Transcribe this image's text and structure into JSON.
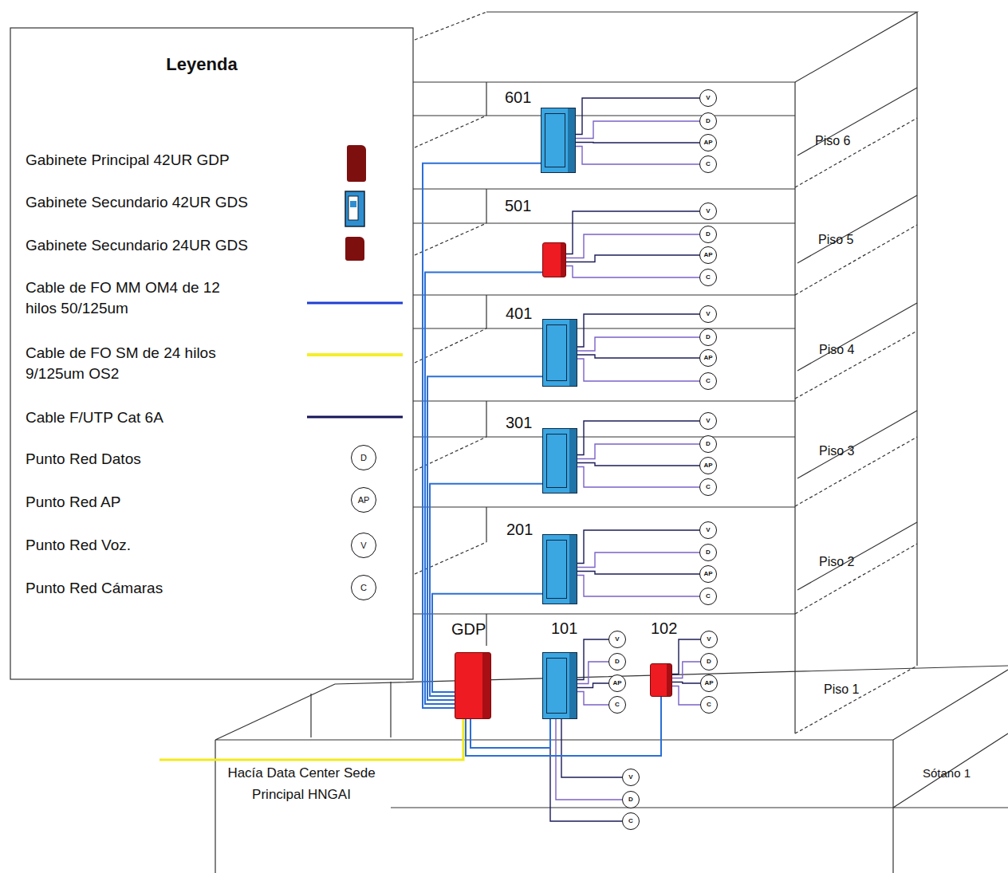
{
  "diagram": {
    "title": "Leyenda",
    "nodes": [
      {
        "text": [
          "601"
        ]
      },
      {
        "text": [
          "V"
        ]
      },
      {
        "text": [
          "D"
        ]
      },
      {
        "text": [
          "AP"
        ]
      },
      {
        "text": [
          "C"
        ]
      },
      {
        "text": [
          "501"
        ]
      },
      {
        "text": [
          "V"
        ]
      },
      {
        "text": [
          "D"
        ]
      },
      {
        "text": [
          "AP"
        ]
      },
      {
        "text": [
          "C"
        ]
      },
      {
        "text": [
          "401"
        ]
      },
      {
        "text": [
          "V"
        ]
      },
      {
        "text": [
          "D"
        ]
      },
      {
        "text": [
          "AP"
        ]
      },
      {
        "text": [
          "C"
        ]
      },
      {
        "text": [
          "301"
        ]
      },
      {
        "text": [
          "V"
        ]
      },
      {
        "text": [
          "D"
        ]
      },
      {
        "text": [
          "AP"
        ]
      },
      {
        "text": [
          "C"
        ]
      },
      {
        "text": [
          "201"
        ]
      },
      {
        "text": [
          "V"
        ]
      },
      {
        "text": [
          "D"
        ]
      },
      {
        "text": [
          "AP"
        ]
      },
      {
        "text": [
          "C"
        ]
      },
      {
        "text": [
          "GDP"
        ]
      },
      {
        "text": [
          "101"
        ]
      },
      {
        "text": [
          "V"
        ]
      },
      {
        "text": [
          "D"
        ]
      },
      {
        "text": [
          "AP"
        ]
      },
      {
        "text": [
          "C"
        ]
      },
      {
        "text": [
          "102"
        ]
      },
      {
        "text": [
          "V"
        ]
      },
      {
        "text": [
          "D"
        ]
      },
      {
        "text": [
          "AP"
        ]
      },
      {
        "text": [
          "C"
        ]
      },
      {
        "text": [
          "V"
        ]
      },
      {
        "text": [
          "D"
        ]
      },
      {
        "text": [
          "C"
        ]
      }
    ],
    "edges": [
      {
        "from": 0,
        "to": 1,
        "arrow": "none"
      },
      {
        "from": 0,
        "to": 2,
        "arrow": "none"
      },
      {
        "from": 0,
        "to": 3,
        "arrow": "none"
      },
      {
        "from": 0,
        "to": 4,
        "arrow": "none"
      },
      {
        "from": 5,
        "to": 6,
        "arrow": "none"
      },
      {
        "from": 5,
        "to": 7,
        "arrow": "none"
      },
      {
        "from": 5,
        "to": 8,
        "arrow": "none"
      },
      {
        "from": 5,
        "to": 9,
        "arrow": "none"
      },
      {
        "from": 10,
        "to": 11,
        "arrow": "none"
      },
      {
        "from": 10,
        "to": 12,
        "arrow": "none"
      },
      {
        "from": 10,
        "to": 13,
        "arrow": "none"
      },
      {
        "from": 10,
        "to": 14,
        "arrow": "none"
      },
      {
        "from": 15,
        "to": 16,
        "arrow": "none"
      },
      {
        "from": 15,
        "to": 17,
        "arrow": "none"
      },
      {
        "from": 15,
        "to": 18,
        "arrow": "none"
      },
      {
        "from": 15,
        "to": 19,
        "arrow": "none"
      },
      {
        "from": 20,
        "to": 21,
        "arrow": "none"
      },
      {
        "from": 20,
        "to": 22,
        "arrow": "none"
      },
      {
        "from": 20,
        "to": 23,
        "arrow": "none"
      },
      {
        "from": 20,
        "to": 24,
        "arrow": "none"
      },
      {
        "from": 26,
        "to": 27,
        "arrow": "none"
      },
      {
        "from": 26,
        "to": 28,
        "arrow": "none"
      },
      {
        "from": 26,
        "to": 29,
        "arrow": "none"
      },
      {
        "from": 26,
        "to": 30,
        "arrow": "none"
      },
      {
        "from": 31,
        "to": 32,
        "arrow": "none"
      },
      {
        "from": 31,
        "to": 33,
        "arrow": "none"
      },
      {
        "from": 31,
        "to": 34,
        "arrow": "none"
      },
      {
        "from": 31,
        "to": 35,
        "arrow": "none"
      },
      {
        "from": 26,
        "to": 36,
        "arrow": "none"
      },
      {
        "from": 26,
        "to": 37,
        "arrow": "none"
      },
      {
        "from": 26,
        "to": 38,
        "arrow": "none"
      },
      {
        "from": 25,
        "to": 0,
        "arrow": "none"
      },
      {
        "from": 25,
        "to": 5,
        "arrow": "none"
      },
      {
        "from": 25,
        "to": 10,
        "arrow": "none"
      },
      {
        "from": 25,
        "to": 15,
        "arrow": "none"
      },
      {
        "from": 25,
        "to": 20,
        "arrow": "none"
      },
      {
        "from": 25,
        "to": 26,
        "arrow": "none"
      },
      {
        "from": 25,
        "to": 31,
        "arrow": "none"
      }
    ],
    "labels": [
      "Piso 6",
      "Piso 5",
      "Piso 4",
      "Piso 3",
      "Piso 2",
      "Piso 1",
      "Sótano 1",
      "Hacía Data Center Sede Principal HNGAI",
      "D",
      "AP",
      "V",
      "C"
    ],
    "legend": [
      {
        "text": "Gabinete Principal 42UR GDP",
        "color": "#7d0f0f"
      },
      {
        "text": "Gabinete Secundario 42UR GDS"
      },
      {
        "text": "Gabinete Secundario 24UR GDS",
        "color": "#7d0f0f"
      },
      {
        "text": "Cable de FO MM OM4 de 12 hilos 50/125um"
      },
      {
        "text": "Cable de FO SM de 24 hilos 9/125um OS2"
      },
      {
        "text": "Cable F/UTP Cat 6A"
      },
      {
        "text": "Punto Red Datos"
      },
      {
        "text": "Punto Red AP"
      },
      {
        "text": "Punto Red Voz."
      },
      {
        "text": "Punto Red Cámaras"
      }
    ]
  }
}
